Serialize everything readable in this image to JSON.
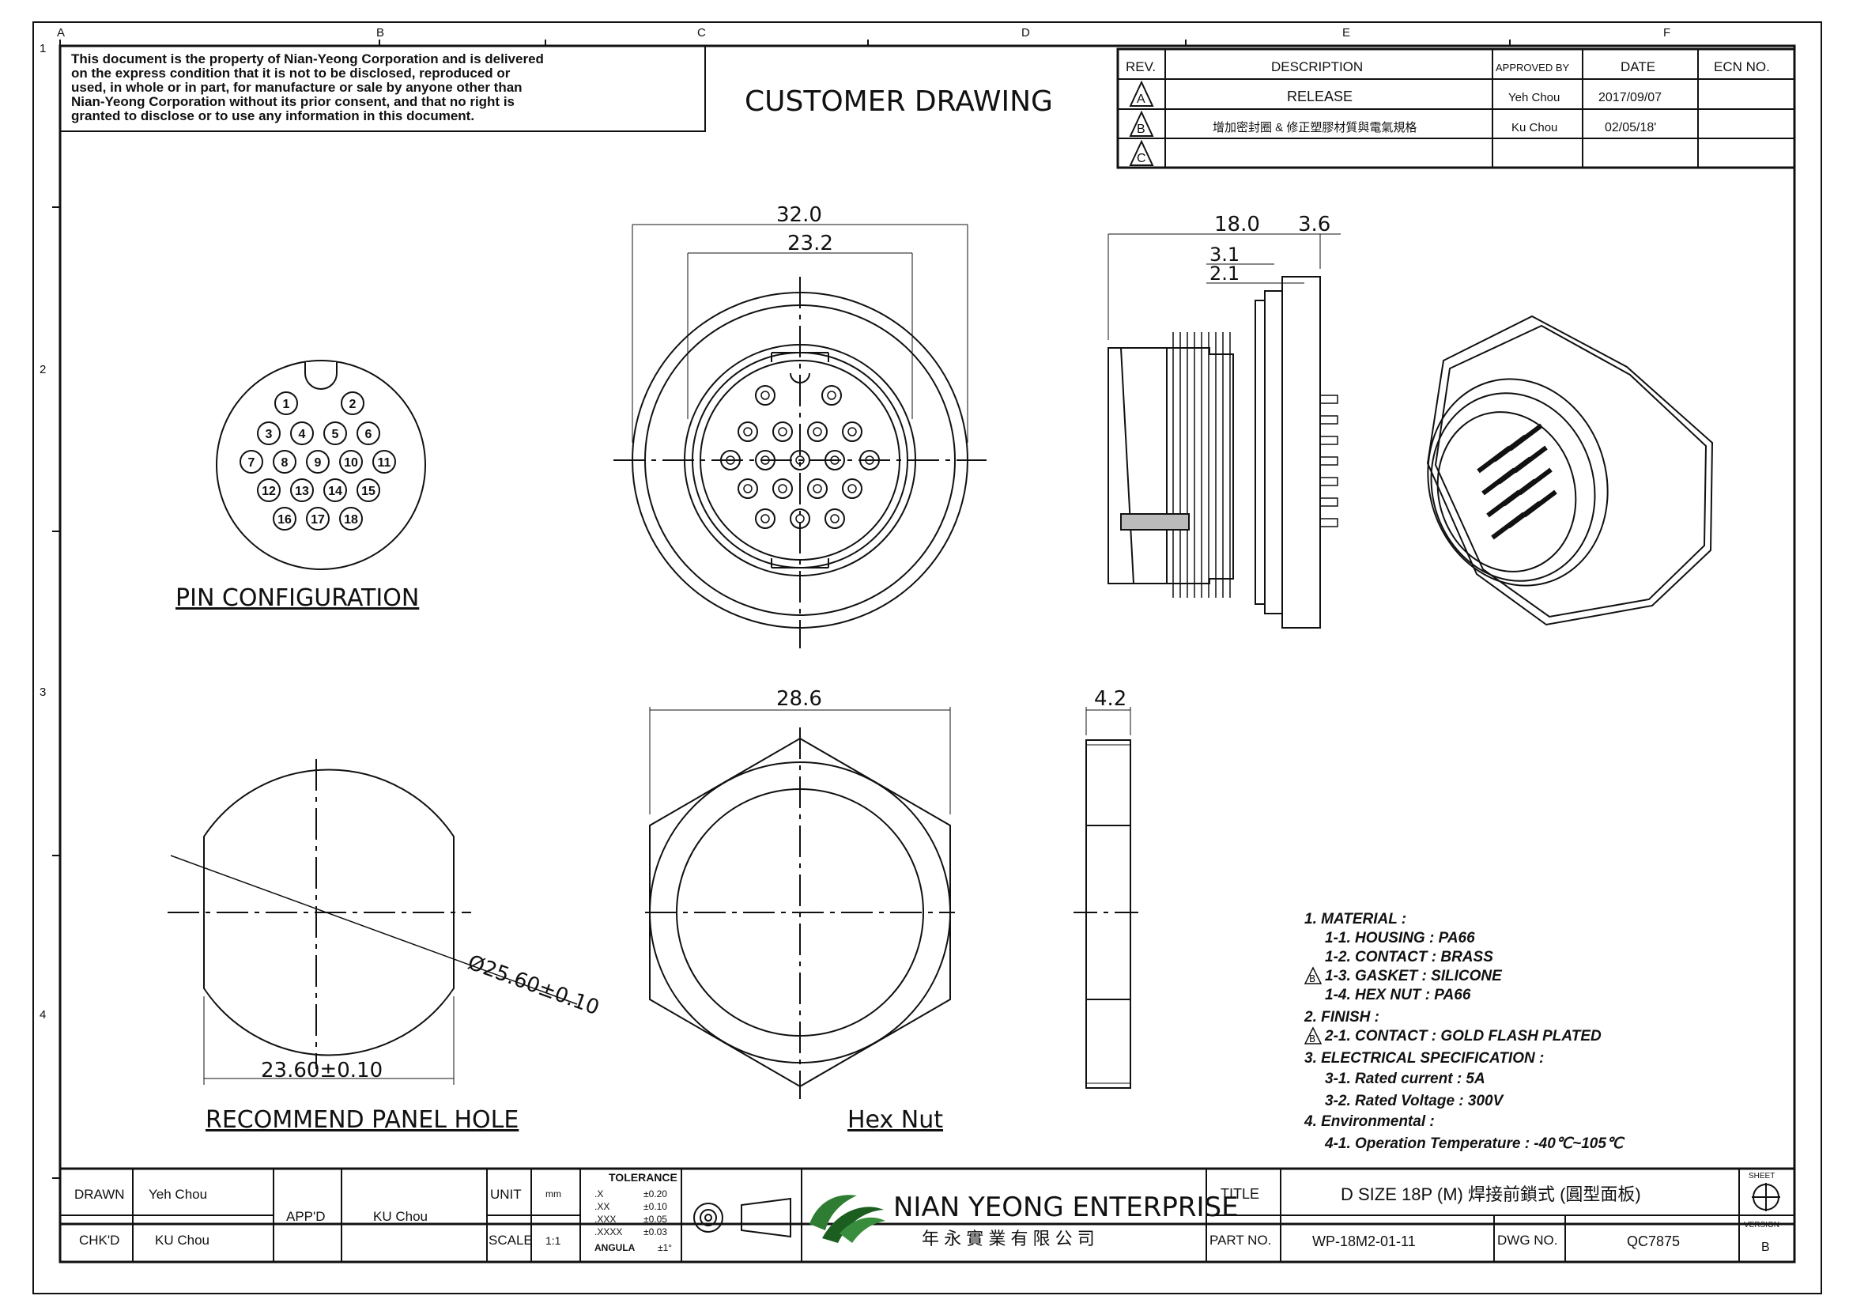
{
  "grid": {
    "columns": [
      "A",
      "B",
      "C",
      "D",
      "E",
      "F"
    ],
    "rows": [
      "1",
      "2",
      "3",
      "4"
    ]
  },
  "notice": {
    "lines": [
      "This document is the property of Nian-Yeong Corporation and is delivered",
      "on  the  express condition that it is not to be disclosed, reproduced or",
      "used, in whole or in part, for manufacture or sale by anyone other than",
      "Nian-Yeong Corporation without  its prior consent, and that  no right  is",
      "granted to disclose or to use any information in this  document."
    ]
  },
  "header": {
    "title": "CUSTOMER  DRAWING"
  },
  "revision_table": {
    "headers": {
      "rev": "REV.",
      "description": "DESCRIPTION",
      "approved": "APPROVED BY",
      "date": "DATE",
      "ecn": "ECN NO."
    },
    "rows": [
      {
        "rev": "A",
        "description": "RELEASE",
        "approved": "Yeh Chou",
        "date": "2017/09/07",
        "ecn": ""
      },
      {
        "rev": "B",
        "description": "增加密封圈  &  修正塑膠材質與電氣規格",
        "approved": "Ku Chou",
        "date": "02/05/18'",
        "ecn": ""
      },
      {
        "rev": "C",
        "description": "",
        "approved": "",
        "date": "",
        "ecn": ""
      }
    ]
  },
  "pin_configuration": {
    "label": "PIN  CONFIGURATION",
    "pins": [
      "1",
      "2",
      "3",
      "4",
      "5",
      "6",
      "7",
      "8",
      "9",
      "10",
      "11",
      "12",
      "13",
      "14",
      "15",
      "16",
      "17",
      "18"
    ]
  },
  "front_view": {
    "dim_outer": "32.0",
    "dim_inner": "23.2"
  },
  "side_view": {
    "dim_length": "18.0",
    "dim_flange": "3.6",
    "dim_a": "3.1",
    "dim_b": "2.1"
  },
  "panel_hole": {
    "label": "RECOMMEND  PANEL  HOLE",
    "dim_diameter": "Ø25.60±0.10",
    "dim_flat": "23.60±0.10"
  },
  "hex_nut": {
    "label": "Hex  Nut",
    "dim_width": "28.6",
    "dim_thickness": "4.2"
  },
  "notes": {
    "lines": [
      "1.  MATERIAL  :",
      "1-1.  HOUSING  :  PA66",
      "1-2.  CONTACT  :  BRASS",
      "1-3.  GASKET  :  SILICONE",
      "1-4.  HEX  NUT  :  PA66",
      "2.  FINISH  :",
      "2-1.  CONTACT  :  GOLD  FLASH  PLATED",
      "3.  ELECTRICAL  SPECIFICATION  :",
      "3-1.  Rated  current  :  5A",
      "3-2.  Rated  Voltage  :  300V",
      "4.  Environmental  :",
      "4-1.  Operation  Temperature  :  -40℃~105℃"
    ],
    "rev_mark": "B"
  },
  "title_block": {
    "drawn_label": "DRAWN",
    "drawn_by": "Yeh Chou",
    "checked_label": "CHK'D",
    "checked_by": "KU Chou",
    "approved_label": "APP'D",
    "approved_by": "KU Chou",
    "unit_label": "UNIT",
    "unit_value": "mm",
    "scale_label": "SCALE",
    "scale_value": "1:1",
    "tolerance_title": "TOLERANCE",
    "tolerances": [
      {
        "precision": ".X",
        "value": "±0.20"
      },
      {
        "precision": ".XX",
        "value": "±0.10"
      },
      {
        "precision": ".XXX",
        "value": "±0.05"
      },
      {
        "precision": ".XXXX",
        "value": "±0.03"
      },
      {
        "precision": "ANGULA",
        "value": "±1°"
      }
    ],
    "company_name": "NIAN YEONG ENTERPRISE",
    "company_name_cn": "年 永 實 業 有 限 公 司",
    "title_label": "TITLE",
    "title_value": "D  SIZE  18P  (M)  焊接前鎖式  (圓型面板)",
    "part_label": "PART NO.",
    "part_value": "WP-18M2-01-11",
    "dwg_label": "DWG NO.",
    "dwg_value": "QC7875",
    "sheet_label": "SHEET",
    "version_label": "VERSION",
    "version_value": "B"
  }
}
